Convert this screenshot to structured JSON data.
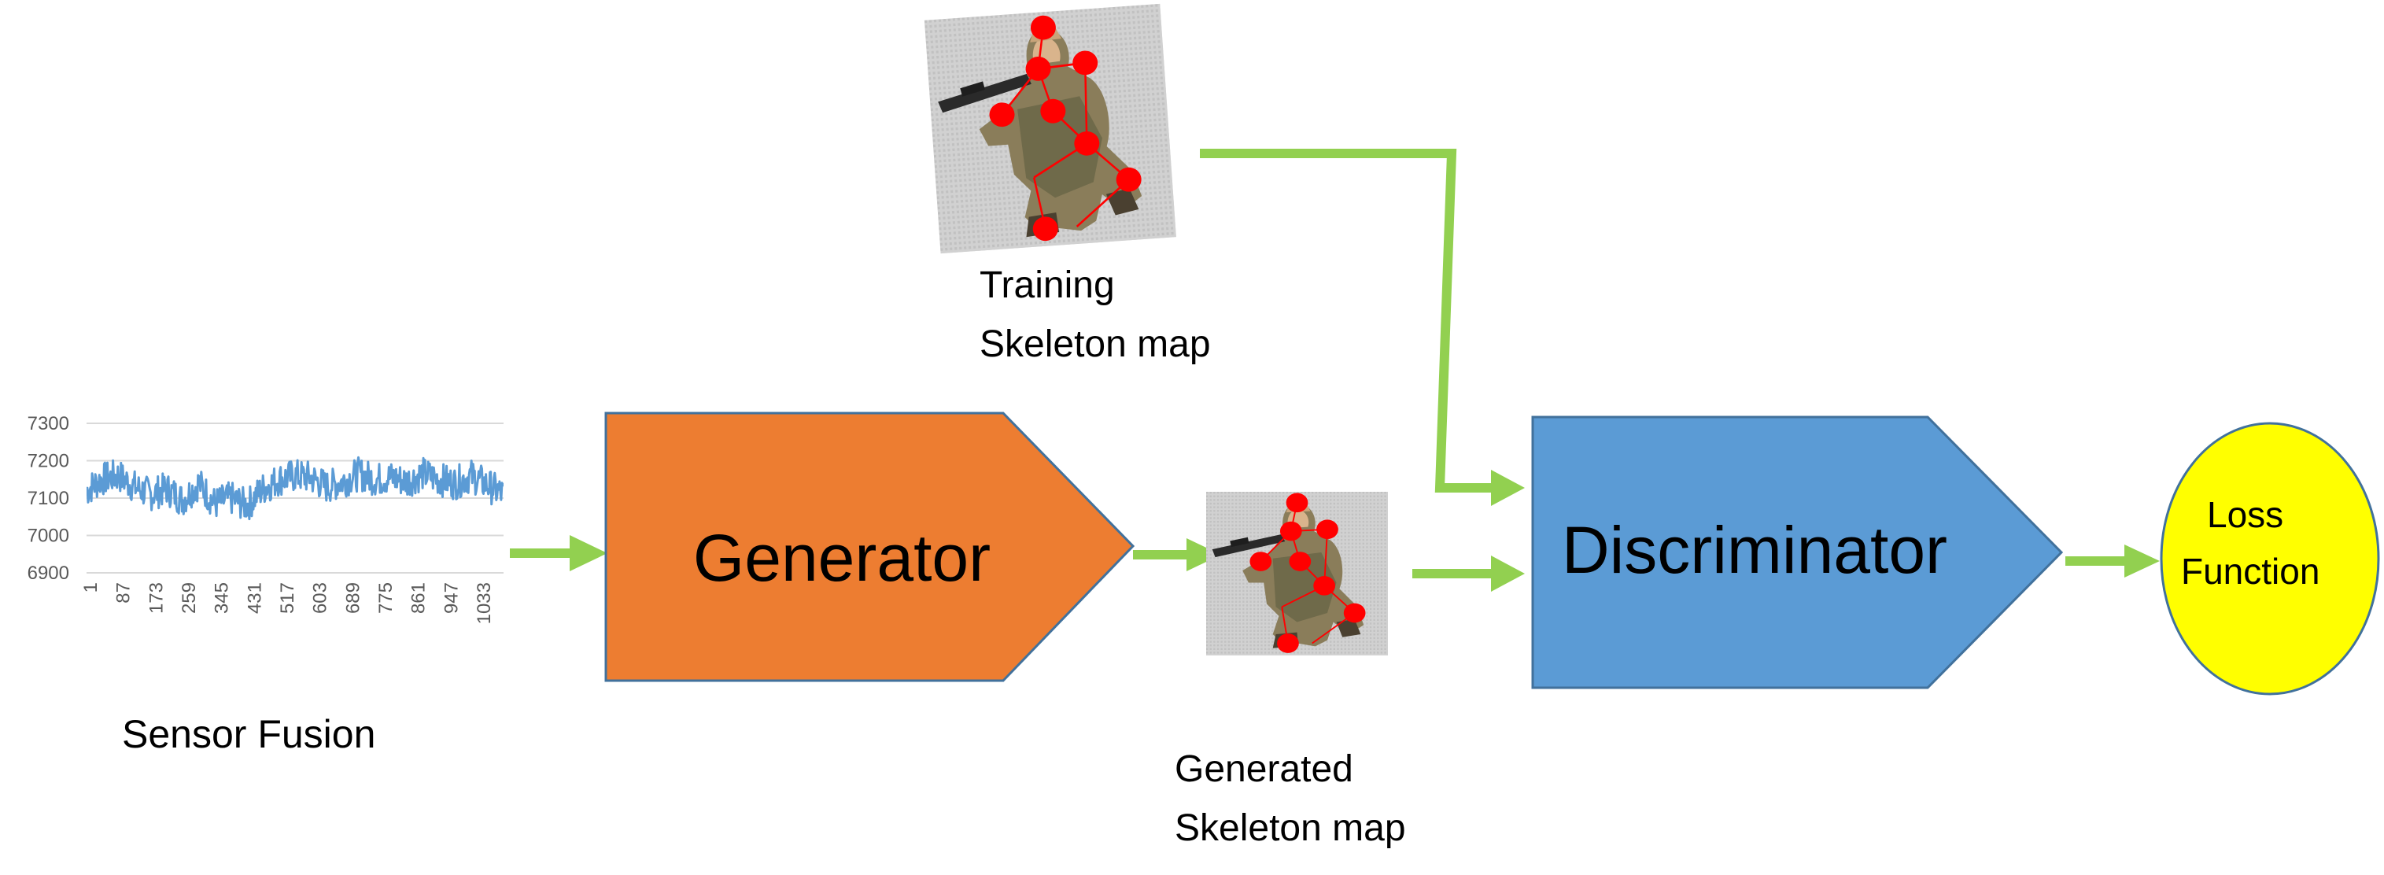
{
  "colors": {
    "arrow": "#92d050",
    "generator_fill": "#ed7d31",
    "discriminator_fill": "#5b9bd5",
    "loss_fill": "#ffff00",
    "signal": "#5b9bd5",
    "joint": "#ff0000",
    "shape_stroke": "#41719c"
  },
  "nodes": {
    "generator": "Generator",
    "discriminator": "Discriminator",
    "loss_line1": "Loss",
    "loss_line2": "Function"
  },
  "labels": {
    "sensor_fusion": "Sensor Fusion",
    "training_line1": "Training",
    "training_line2": "Skeleton map",
    "generated_line1": "Generated",
    "generated_line2": "Skeleton map"
  },
  "images": {
    "training_skeleton": "soldier-skeleton-image",
    "generated_skeleton": "soldier-skeleton-image"
  },
  "chart_data": {
    "type": "line",
    "y_ticks": [
      "7300",
      "7200",
      "7100",
      "7000",
      "6900"
    ],
    "x_ticks": [
      "1",
      "87",
      "173",
      "259",
      "345",
      "431",
      "517",
      "603",
      "689",
      "775",
      "861",
      "947",
      "1033"
    ],
    "ylim": [
      6900,
      7300
    ],
    "xlim": [
      1,
      1120
    ],
    "grid": true,
    "series": [
      {
        "x": [
          1,
          40,
          87,
          130,
          173,
          216,
          259,
          302,
          345,
          388,
          431,
          474,
          517,
          560,
          603,
          646,
          689,
          732,
          775,
          818,
          861,
          904,
          947,
          990,
          1033,
          1076,
          1120
        ],
        "y": [
          7120,
          7150,
          7160,
          7130,
          7110,
          7125,
          7095,
          7140,
          7085,
          7100,
          7080,
          7125,
          7150,
          7160,
          7155,
          7130,
          7145,
          7165,
          7150,
          7155,
          7145,
          7165,
          7150,
          7140,
          7160,
          7135,
          7110
        ],
        "band": 45
      }
    ]
  }
}
